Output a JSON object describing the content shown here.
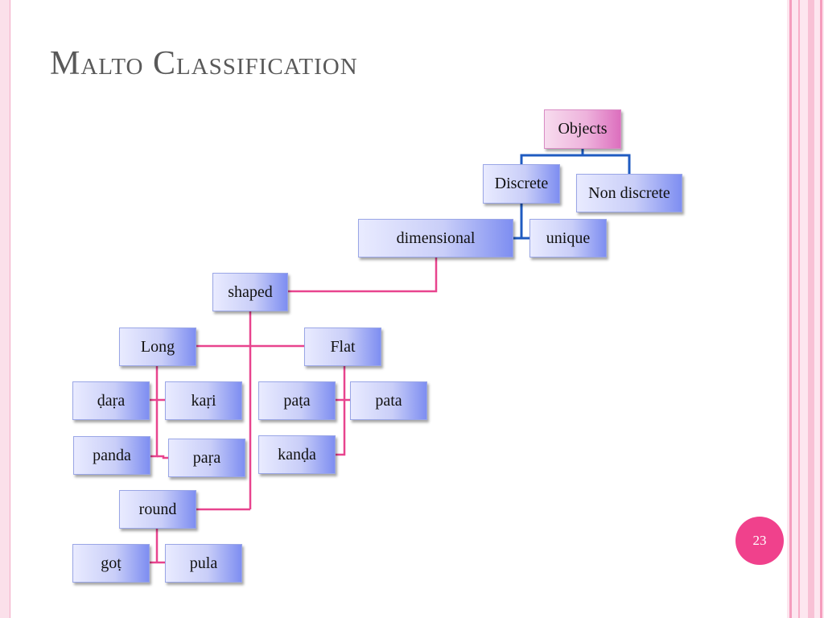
{
  "slide": {
    "title": "Malto Classification",
    "page_number": "23"
  },
  "nodes": {
    "objects": "Objects",
    "discrete": "Discrete",
    "non_discrete": "Non discrete",
    "dimensional": "dimensional",
    "unique": "unique",
    "shaped": "shaped",
    "long": "Long",
    "flat": "Flat",
    "dara": "ḍaṛa",
    "kari": "kaṛi",
    "pata_ret": "paṭa",
    "pata": "pata",
    "panda": "panda",
    "para": "paṛa",
    "kanda": "kanḍa",
    "round": "round",
    "got": "goṭ",
    "pula": "pula"
  },
  "colors": {
    "blue_connector": "#1f5bc1",
    "pink_connector": "#e8448e",
    "page_badge": "#f0418c",
    "title_text": "#595959"
  }
}
